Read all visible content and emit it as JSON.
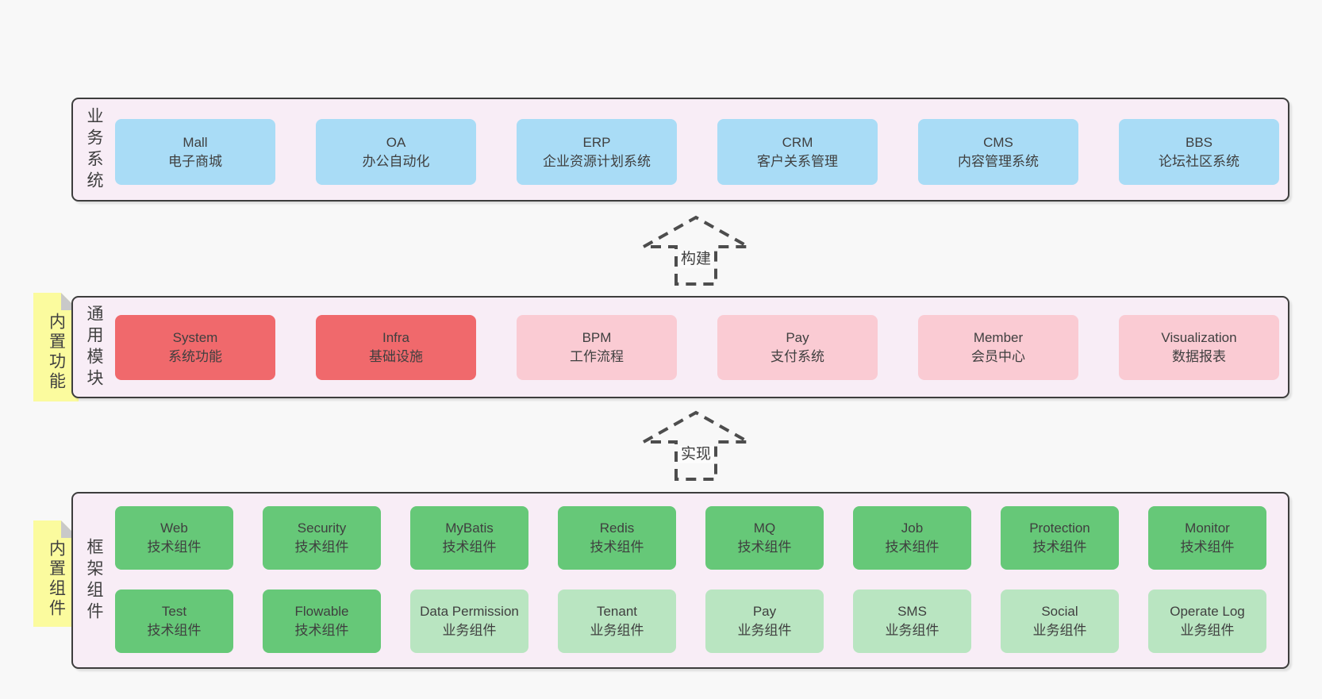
{
  "colors": {
    "page_bg": "#f8f8f8",
    "layer_bg": "#f8edf6",
    "layer_border": "#3d3d3d",
    "blue": "#a9dcf6",
    "red": "#f0696c",
    "pink": "#facbd3",
    "green": "#66c878",
    "light_green": "#b9e5c1",
    "note_yellow": "#fbfb9e",
    "note_fold": "#c9c9c9",
    "text": "#3f3f3f",
    "arrow": "#4d4d4d"
  },
  "layers": [
    {
      "side_label": "业务系统",
      "rows": [
        [
          {
            "name": "Mall",
            "desc": "电子商城",
            "color": "blue"
          },
          {
            "name": "OA",
            "desc": "办公自动化",
            "color": "blue"
          },
          {
            "name": "ERP",
            "desc": "企业资源计划系统",
            "color": "blue"
          },
          {
            "name": "CRM",
            "desc": "客户关系管理",
            "color": "blue"
          },
          {
            "name": "CMS",
            "desc": "内容管理系统",
            "color": "blue"
          },
          {
            "name": "BBS",
            "desc": "论坛社区系统",
            "color": "blue"
          }
        ]
      ]
    },
    {
      "side_label": "通用模块",
      "note": "内置功能",
      "rows": [
        [
          {
            "name": "System",
            "desc": "系统功能",
            "color": "red"
          },
          {
            "name": "Infra",
            "desc": "基础设施",
            "color": "red"
          },
          {
            "name": "BPM",
            "desc": "工作流程",
            "color": "pink"
          },
          {
            "name": "Pay",
            "desc": "支付系统",
            "color": "pink"
          },
          {
            "name": "Member",
            "desc": "会员中心",
            "color": "pink"
          },
          {
            "name": "Visualization",
            "desc": "数据报表",
            "color": "pink"
          }
        ]
      ]
    },
    {
      "side_label": "框架组件",
      "note": "内置组件",
      "rows": [
        [
          {
            "name": "Web",
            "desc": "技术组件",
            "color": "green"
          },
          {
            "name": "Security",
            "desc": "技术组件",
            "color": "green"
          },
          {
            "name": "MyBatis",
            "desc": "技术组件",
            "color": "green"
          },
          {
            "name": "Redis",
            "desc": "技术组件",
            "color": "green"
          },
          {
            "name": "MQ",
            "desc": "技术组件",
            "color": "green"
          },
          {
            "name": "Job",
            "desc": "技术组件",
            "color": "green"
          },
          {
            "name": "Protection",
            "desc": "技术组件",
            "color": "green"
          },
          {
            "name": "Monitor",
            "desc": "技术组件",
            "color": "green"
          }
        ],
        [
          {
            "name": "Test",
            "desc": "技术组件",
            "color": "green"
          },
          {
            "name": "Flowable",
            "desc": "技术组件",
            "color": "green"
          },
          {
            "name": "Data Permission",
            "desc": "业务组件",
            "color": "light_green"
          },
          {
            "name": "Tenant",
            "desc": "业务组件",
            "color": "light_green"
          },
          {
            "name": "Pay",
            "desc": "业务组件",
            "color": "light_green"
          },
          {
            "name": "SMS",
            "desc": "业务组件",
            "color": "light_green"
          },
          {
            "name": "Social",
            "desc": "业务组件",
            "color": "light_green"
          },
          {
            "name": "Operate Log",
            "desc": "业务组件",
            "color": "light_green"
          }
        ]
      ]
    }
  ],
  "arrows": [
    {
      "label": "构建"
    },
    {
      "label": "实现"
    }
  ]
}
